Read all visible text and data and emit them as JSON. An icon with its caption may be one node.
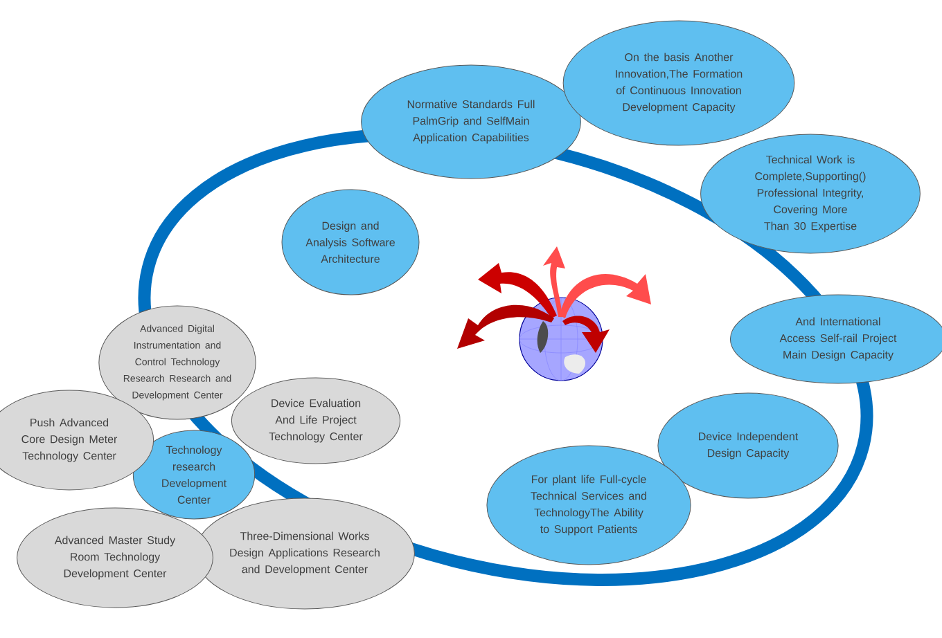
{
  "diagram": {
    "nodes": [
      {
        "text": [
          "Design and Analysis Software Architecture"
        ]
      },
      {
        "text": [
          "Normative Standards Full PalmGrip and SelfMain Application Capabilities"
        ]
      },
      {
        "text": [
          "On the basis Another Innovation,The Formation of Continuous Innovation Development Capacity"
        ]
      },
      {
        "text": [
          "Technical Work is Complete,Supporting() Professional Integrity, Covering More Than 30 Expertise"
        ]
      },
      {
        "text": [
          "And International Access Self-rail Project Main Design Capacity"
        ]
      },
      {
        "text": [
          "Device Independent Design Capacity"
        ]
      },
      {
        "text": [
          "For plant life Full-cycle Technical Services and TechnologyThe Ability to Support Patients"
        ]
      },
      {
        "text": [
          "Three-Dimensional Works Design Applications Research and Development Center"
        ]
      },
      {
        "text": [
          "Technology research Development Center"
        ]
      },
      {
        "text": [
          "Advanced Digital Instrumentation and Control Technology Research Research and Development Center"
        ]
      },
      {
        "text": [
          "Push Advanced Core Design Meter Technology Center"
        ]
      },
      {
        "text": [
          "Device Evaluation And Life Project Technology Center"
        ]
      },
      {
        "text": [
          "Advanced Master Study Room Technology Development Center"
        ]
      }
    ]
  }
}
